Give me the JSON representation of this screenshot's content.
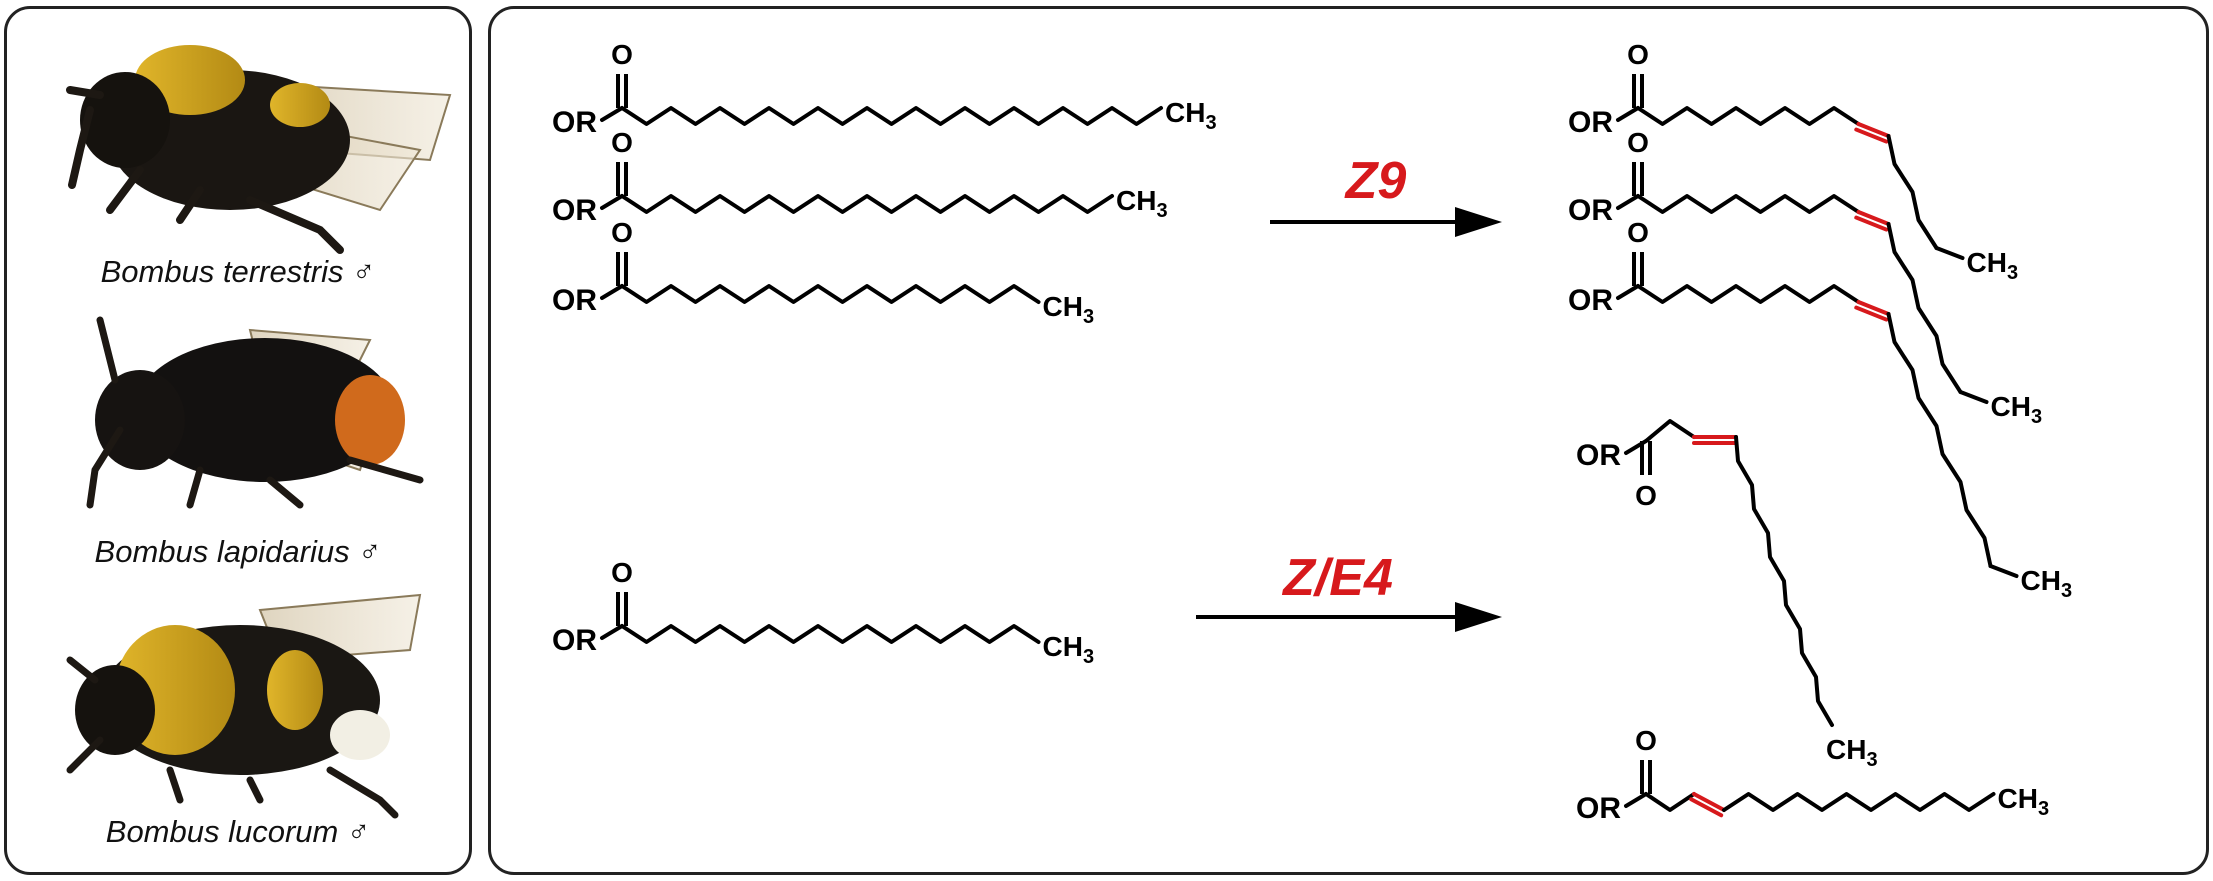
{
  "species": [
    {
      "name": "Bombus terrestris",
      "sex_symbol": "♂"
    },
    {
      "name": "Bombus lapidarius",
      "sex_symbol": "♂"
    },
    {
      "name": "Bombus lucorum",
      "sex_symbol": "♂"
    }
  ],
  "reactions": {
    "z9": {
      "label": "Z9"
    },
    "ze4": {
      "label": "Z/E4"
    }
  },
  "molecule_labels": {
    "ester": "OR",
    "methyl": "CH",
    "methyl_sub": "3",
    "oxygen": "O"
  },
  "colors": {
    "reaction_label": "#d7191c",
    "double_bond": "#d7191c",
    "bonds": "#000000"
  }
}
